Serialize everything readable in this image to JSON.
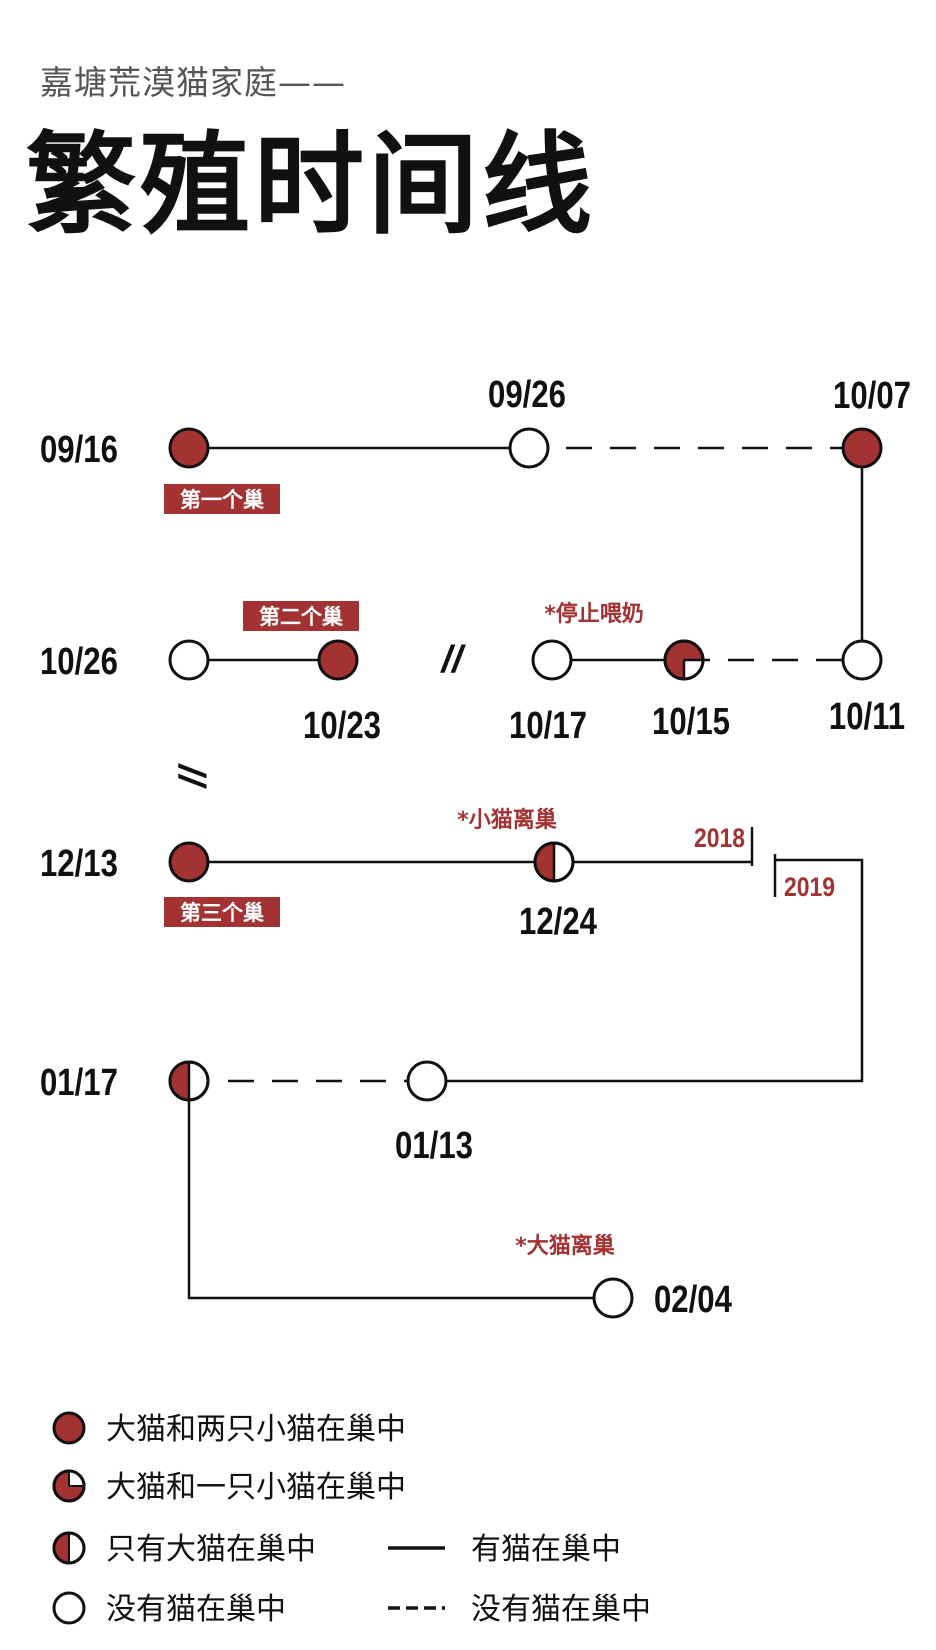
{
  "header": {
    "subtitle": "嘉塘荒漠猫家庭——",
    "title": "繁殖时间线"
  },
  "timeline": {
    "dates": {
      "d0916": "09/16",
      "d0926": "09/26",
      "d1007": "10/07",
      "d1011": "10/11",
      "d1015": "10/15",
      "d1017": "10/17",
      "d1023": "10/23",
      "d1026": "10/26",
      "d1213": "12/13",
      "d1224": "12/24",
      "d0113": "01/13",
      "d0117": "01/17",
      "d0204": "02/04"
    },
    "tags": {
      "nest1": "第一个巢",
      "nest2": "第二个巢",
      "nest3": "第三个巢"
    },
    "notes": {
      "stop_nursing": "*停止喂奶",
      "kittens_leave": "*小猫离巢",
      "adult_leave": "*大猫离巢"
    },
    "years": {
      "y2018": "2018",
      "y2019": "2019"
    },
    "breaks": {
      "gap1": "//",
      "gap2": "//"
    }
  },
  "legend": {
    "full": "大猫和两只小猫在巢中",
    "three_quarter": "大猫和一只小猫在巢中",
    "half": "只有大猫在巢中",
    "empty": "没有猫在巢中",
    "solid": "有猫在巢中",
    "dashed": "没有猫在巢中"
  },
  "colors": {
    "accent": "#a33232",
    "ink": "#111111"
  }
}
